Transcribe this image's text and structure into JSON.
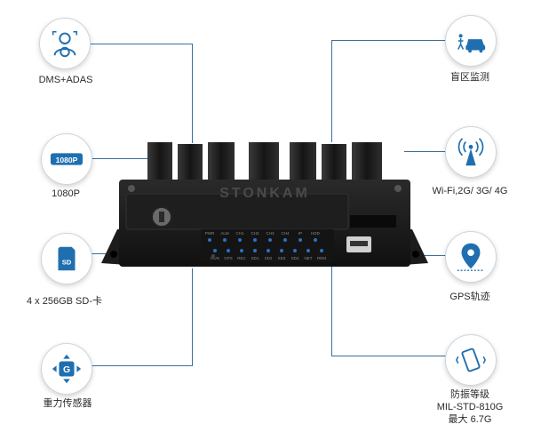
{
  "features": {
    "dms_adas": "DMS+ADAS",
    "res_1080p": "1080P",
    "badge_1080p": "1080P",
    "sd_card": "4 x 256GB SD-卡",
    "sd_icon": "SD",
    "gsensor": "重力传感器",
    "gsensor_icon": "G",
    "blind_spot": "盲区监测",
    "wifi": "Wi-Fi,2G/ 3G/ 4G",
    "gps": "GPS轨迹",
    "shock_line1": "防振等级",
    "shock_line2": "MIL-STD-810G",
    "shock_line3": "最大 6.7G"
  },
  "device": {
    "brand": "STONKAM",
    "led_top": [
      "PWR",
      "ALM",
      "CH1",
      "CH2",
      "CH3",
      "CH4",
      "IP",
      "HDD"
    ],
    "led_bottom": [
      "RUN",
      "GPS",
      "REC",
      "SD1",
      "SD2",
      "SD3",
      "SD4",
      "NET",
      "REM"
    ]
  },
  "icons": [
    "driver-monitor-icon",
    "1080p-badge-icon",
    "sd-card-icon",
    "gsensor-icon",
    "car-pedestrian-icon",
    "wifi-tower-icon",
    "map-pin-icon",
    "shock-phone-icon"
  ],
  "colors": {
    "accent": "#1f6fb0",
    "line": "#3b6f9c",
    "device": "#1a1a1a"
  }
}
